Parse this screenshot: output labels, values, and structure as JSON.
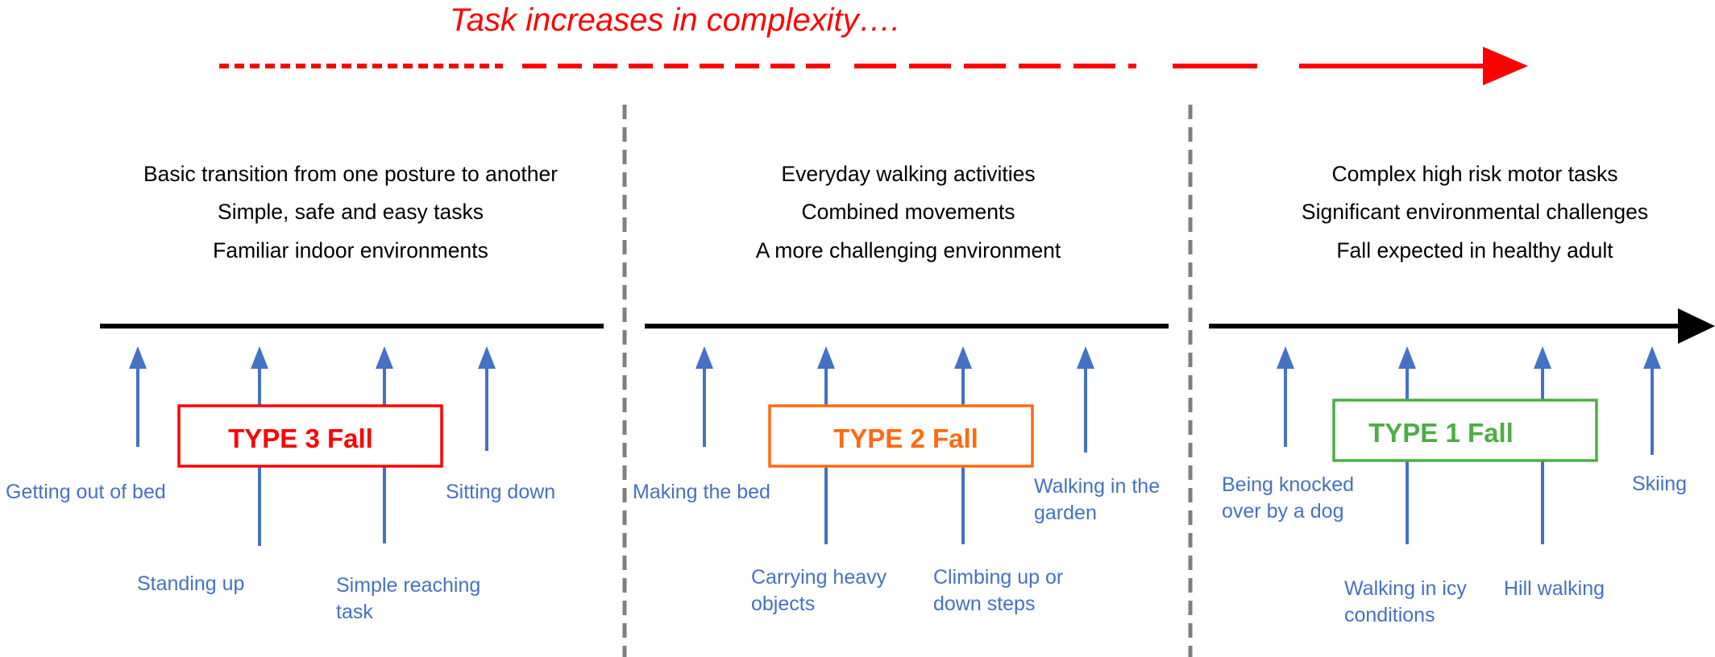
{
  "title": "Task increases in complexity….",
  "colors": {
    "title": "#ff0000",
    "activity": "#4472c4",
    "type3": "#ff0000",
    "type2": "#ff6a13",
    "type1": "#4cae45",
    "divider": "#7f7f7f",
    "timeline": "#000000"
  },
  "sections": [
    {
      "descriptions": [
        "Basic transition from one posture to another",
        "Simple, safe and easy tasks",
        "Familiar indoor environments"
      ],
      "fall_type": "TYPE 3 Fall",
      "activities": [
        {
          "lines": [
            "Getting out of bed"
          ]
        },
        {
          "lines": [
            "Standing up"
          ]
        },
        {
          "lines": [
            "Simple reaching",
            "task"
          ]
        },
        {
          "lines": [
            "Sitting down"
          ]
        }
      ]
    },
    {
      "descriptions": [
        "Everyday walking activities",
        "Combined movements",
        "A more challenging environment"
      ],
      "fall_type": "TYPE 2 Fall",
      "activities": [
        {
          "lines": [
            "Making the bed"
          ]
        },
        {
          "lines": [
            "Carrying heavy",
            "objects"
          ]
        },
        {
          "lines": [
            "Climbing up or",
            "down steps"
          ]
        },
        {
          "lines": [
            "Walking in the",
            "garden"
          ]
        }
      ]
    },
    {
      "descriptions": [
        "Complex high risk motor tasks",
        "Significant environmental challenges",
        "Fall expected in healthy adult"
      ],
      "fall_type": "TYPE 1 Fall",
      "activities": [
        {
          "lines": [
            "Being knocked",
            "over by a dog"
          ]
        },
        {
          "lines": [
            "Walking in icy",
            "conditions"
          ]
        },
        {
          "lines": [
            "Hill walking"
          ]
        },
        {
          "lines": [
            "Skiing"
          ]
        }
      ]
    }
  ]
}
